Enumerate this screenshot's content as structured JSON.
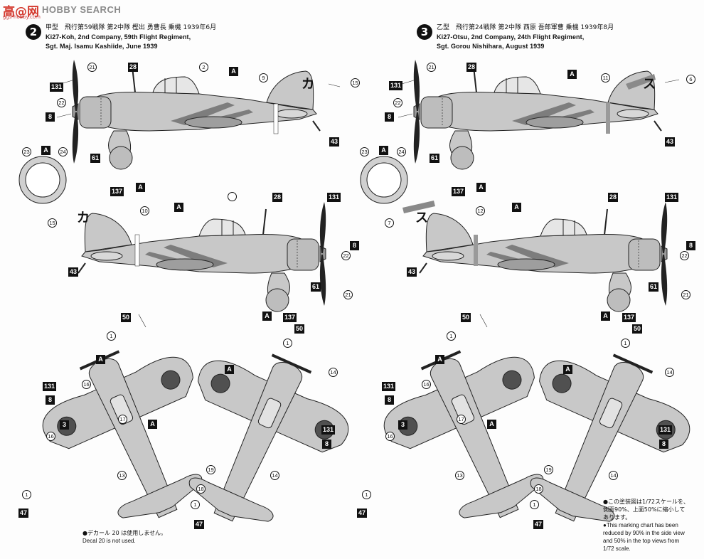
{
  "watermark": {
    "logo": "高@网",
    "text": "HOBBY SEARCH",
    "url": "ggs-hobby.com"
  },
  "schemes": [
    {
      "number": "2",
      "jp": "甲型　飛行第59戦隊 第2中隊 樫出 勇曹長 乗機 1939年6月",
      "en1": "Ki27-Koh,  2nd Company, 59th Flight Regiment,",
      "en2": "Sgt. Maj. Isamu Kashiide,  June 1939",
      "kana": "カ"
    },
    {
      "number": "3",
      "jp": "乙型　飛行第24戦隊 第2中隊 西原 吾郎軍曹 乗機 1939年8月",
      "en1": "Ki27-Otsu,  2nd Company, 24th Flight Regiment,",
      "en2": "Sgt. Gorou Nishihara,  August 1939",
      "kana": "ス"
    }
  ],
  "labels": {
    "A": "A",
    "n131": "131",
    "n8": "8",
    "n61": "61",
    "n137": "137",
    "n43": "43",
    "n28": "28",
    "n50": "50",
    "n47": "47",
    "n3": "3",
    "c21": "21",
    "c22": "22",
    "c2": "2",
    "c9": "9",
    "c15": "15",
    "c23": "23",
    "c24": "24",
    "c10": "10",
    "c11": "11",
    "c6": "6",
    "c12": "12",
    "c7": "7",
    "c1": "1",
    "c13": "13",
    "c14": "14",
    "c16": "16",
    "c17": "17",
    "c18": "18",
    "c19": "19"
  },
  "notes": {
    "decal_jp": "●デカール 20 は使用しません。",
    "decal_en": "Decal 20 is not used.",
    "scale_jp1": "●この塗装図は1/72スケールを、",
    "scale_jp2": "側面90%、上面50%に縮小して",
    "scale_jp3": "あります。",
    "scale_en1": "●This marking chart has been",
    "scale_en2": "reduced by 90% in the side view",
    "scale_en3": "and 50% in the top views from",
    "scale_en4": "1/72 scale."
  },
  "colors": {
    "aircraft_gray": "#c8c8c8",
    "dark_stripe": "#7d7d7d",
    "hinomaru": "#505050",
    "ink": "#111111"
  }
}
